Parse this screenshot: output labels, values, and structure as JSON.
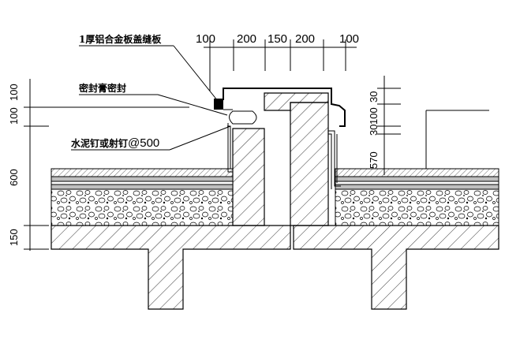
{
  "drawing": {
    "top_dimensions": [
      "100",
      "200",
      "150",
      "200",
      "100"
    ],
    "left_dimensions": [
      "100",
      "100",
      "600",
      "150"
    ],
    "right_dimensions": [
      "30",
      "100",
      "30",
      "570"
    ],
    "notes": {
      "cover_plate": "1厚铝合金板盖缝板",
      "sealant": "密封膏密封",
      "nails_prefix": "水泥钉或射钉",
      "nails_spacing": "@500"
    }
  }
}
